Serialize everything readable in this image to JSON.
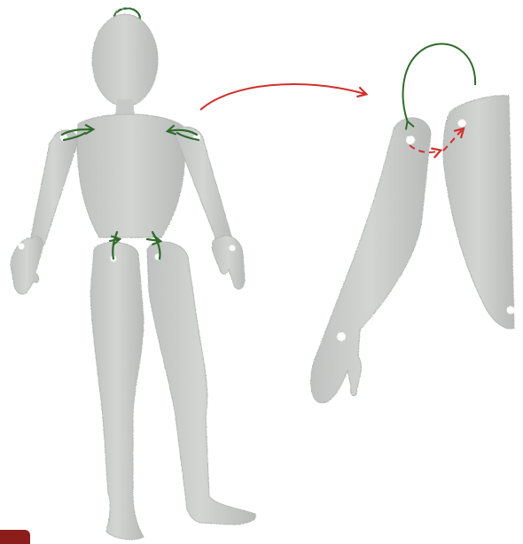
{
  "colors": {
    "background": "#ffffff",
    "body_fill": "#c9cbc9",
    "body_edge": "#b9bcba",
    "shade": "#aeb1af",
    "thread_green": "#2e6b2a",
    "arrow_red": "#d0302c",
    "pin_hole": "#ffffff",
    "corner_mark": "#8b1d1a"
  },
  "figure": {
    "subject": "puppet-figure",
    "joints": [
      "left-shoulder",
      "right-shoulder",
      "left-hip",
      "right-hip",
      "left-elbow",
      "right-elbow"
    ]
  },
  "detail": {
    "subject": "shoulder-joint-closeup",
    "pieces": [
      "upper-arm-piece",
      "torso-edge-piece"
    ]
  },
  "icons": {
    "hanging_loop": "loop-icon",
    "pointer_arrow": "curved-arrow-icon",
    "threading_arrow": "dashed-arrow-icon"
  }
}
